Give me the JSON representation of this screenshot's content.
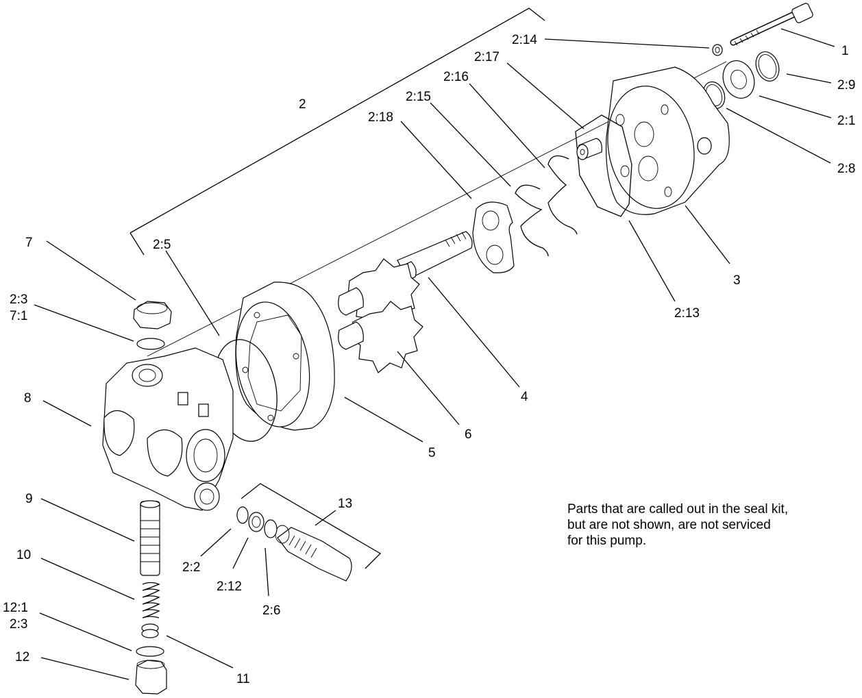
{
  "note": {
    "lines": [
      "Parts that are called out in the seal kit,",
      "but are not shown, are not serviced",
      "for this pump."
    ]
  },
  "callouts": [
    {
      "id": "c1",
      "text": "1"
    },
    {
      "id": "c2_14",
      "text": "2:14"
    },
    {
      "id": "c2_9",
      "text": "2:9"
    },
    {
      "id": "c2_1",
      "text": "2:1"
    },
    {
      "id": "c2_8",
      "text": "2:8"
    },
    {
      "id": "c2_17",
      "text": "2:17"
    },
    {
      "id": "c2_16",
      "text": "2:16"
    },
    {
      "id": "c2_15",
      "text": "2:15"
    },
    {
      "id": "c2_18",
      "text": "2:18"
    },
    {
      "id": "c2",
      "text": "2"
    },
    {
      "id": "c3",
      "text": "3"
    },
    {
      "id": "c2_13",
      "text": "2:13"
    },
    {
      "id": "c2_5",
      "text": "2:5"
    },
    {
      "id": "c7",
      "text": "7"
    },
    {
      "id": "c2_3a",
      "text": "2:3"
    },
    {
      "id": "c7_1",
      "text": "7:1"
    },
    {
      "id": "c4",
      "text": "4"
    },
    {
      "id": "c8",
      "text": "8"
    },
    {
      "id": "c6",
      "text": "6"
    },
    {
      "id": "c5",
      "text": "5"
    },
    {
      "id": "c13",
      "text": "13"
    },
    {
      "id": "c9",
      "text": "9"
    },
    {
      "id": "c2_2",
      "text": "2:2"
    },
    {
      "id": "c2_12",
      "text": "2:12"
    },
    {
      "id": "c10",
      "text": "10"
    },
    {
      "id": "c2_6",
      "text": "2:6"
    },
    {
      "id": "c12_1",
      "text": "12:1"
    },
    {
      "id": "c2_3b",
      "text": "2:3"
    },
    {
      "id": "c12",
      "text": "12"
    },
    {
      "id": "c11",
      "text": "11"
    }
  ]
}
